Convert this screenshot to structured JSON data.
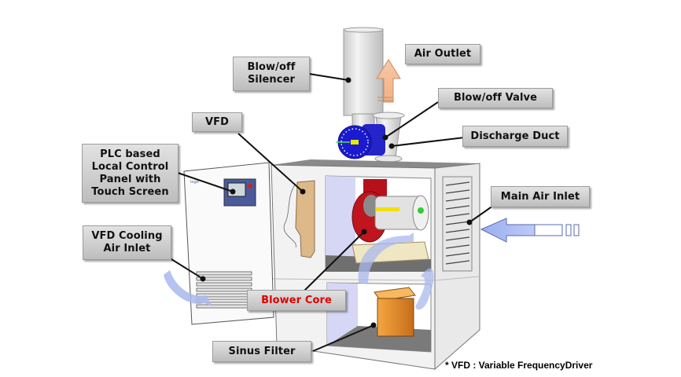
{
  "diagram": {
    "title": "Turbo blower package components",
    "labels": {
      "blowoff_silencer": "Blow/off\nSilencer",
      "air_outlet": "Air Outlet",
      "blowoff_valve": "Blow/off  Valve",
      "discharge_duct": "Discharge Duct",
      "vfd": "VFD",
      "plc_panel": "PLC based\nLocal Control\nPanel with\nTouch Screen",
      "vfd_cooling_air_inlet": "VFD Cooling\nAir Inlet",
      "main_air_inlet": "Main Air Inlet",
      "blower_core": "Blower Core",
      "sinus_filter": "Sinus Filter"
    },
    "footnote": "* VFD : Variable FrequencyDriver",
    "colors": {
      "label_text": "#111111",
      "highlight_text": "#e00000",
      "airflow": "#a9b8ee",
      "outlet_arrow": "#f6c4a0",
      "valve": "#1a1acc",
      "blower_volute": "#b8101a",
      "vfd_board": "#ddb889",
      "sinus_filter": "#e89530",
      "interior_panel": "#d6d6f5"
    }
  }
}
